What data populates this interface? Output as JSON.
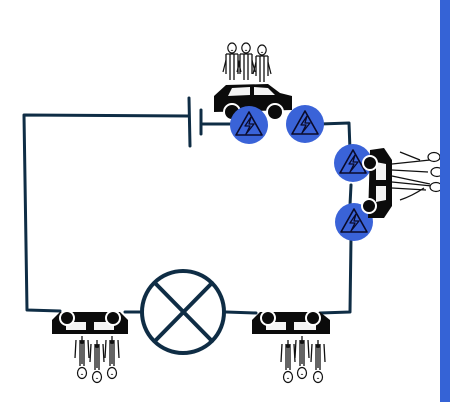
{
  "diagram": {
    "kind": "circuit-illustration",
    "components": [
      "battery-symbol",
      "lamp-symbol",
      "car-with-riders-top",
      "car-with-riders-right",
      "car-with-riders-bottom-left",
      "car-with-riders-bottom-right",
      "charge-badge-1",
      "charge-badge-2",
      "charge-badge-3",
      "charge-badge-4"
    ],
    "badge_icon": "lightning-bolt-icon",
    "colors": {
      "wire": "#0f2d45",
      "badge_fill": "#3a63d8",
      "badge_symbol": "#0a0a2a",
      "car": "#0b0b0b",
      "side_bar": "#3563d6"
    }
  }
}
